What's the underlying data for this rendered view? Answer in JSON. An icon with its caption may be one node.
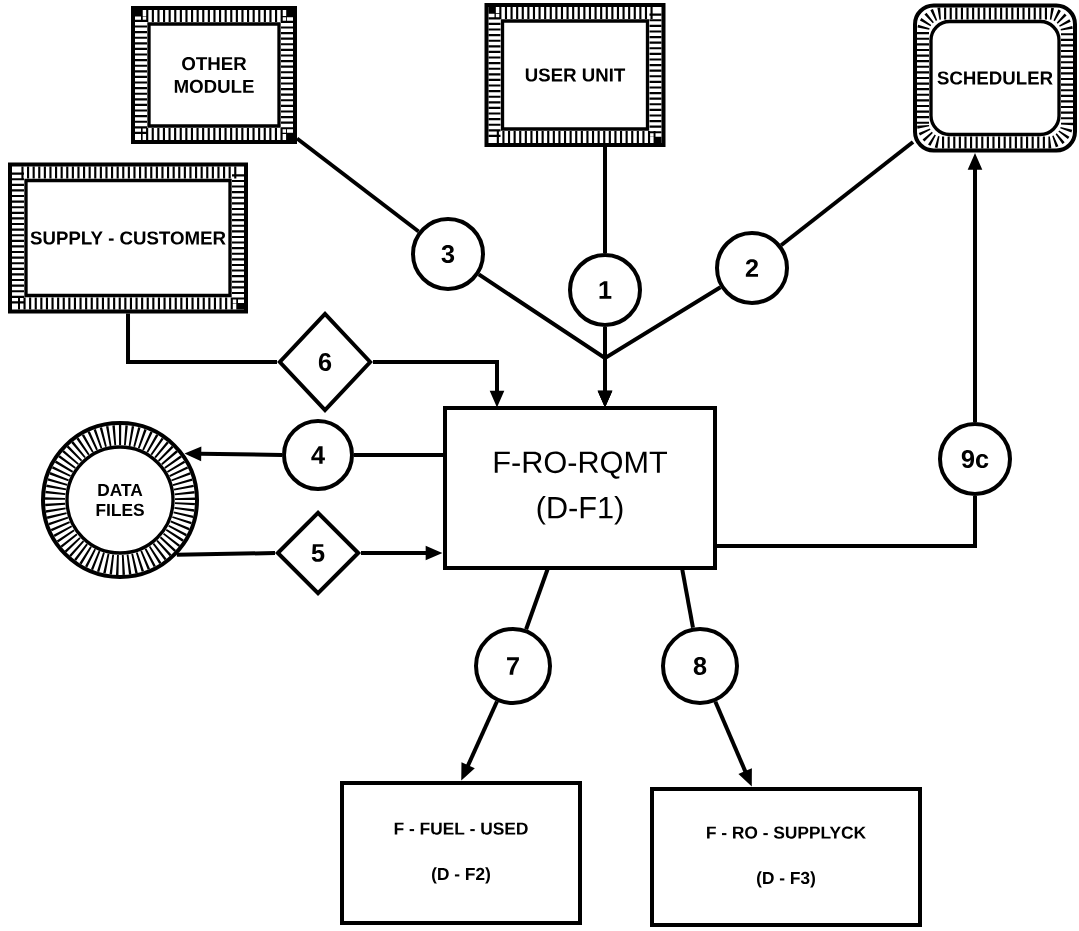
{
  "diagram": {
    "nodes": [
      {
        "text": [
          "OTHER MODULE"
        ]
      },
      {
        "text": [
          "USER UNIT"
        ]
      },
      {
        "text": [
          "SCHEDULER"
        ]
      },
      {
        "text": [
          "SUPPLY - CUSTOMER"
        ]
      },
      {
        "text": [
          "3"
        ]
      },
      {
        "text": [
          "1"
        ]
      },
      {
        "text": [
          "2"
        ]
      },
      {
        "text": [
          "6"
        ]
      },
      {
        "text": [
          "F-RO-RQMT",
          "(D-F1)"
        ]
      },
      {
        "text": [
          "DATA FILES"
        ]
      },
      {
        "text": [
          "4"
        ]
      },
      {
        "text": [
          "5"
        ]
      },
      {
        "text": [
          "9c"
        ]
      },
      {
        "text": [
          "7"
        ]
      },
      {
        "text": [
          "8"
        ]
      },
      {
        "text": [
          "F - FUEL - USED",
          "(D - F2)"
        ]
      },
      {
        "text": [
          "F - RO - SUPPLYCK",
          "(D - F3)"
        ]
      }
    ],
    "edges": [
      {
        "from": 0,
        "to": 4,
        "arrow": "none"
      },
      {
        "from": 4,
        "to": 8,
        "arrow": "to"
      },
      {
        "from": 1,
        "to": 5,
        "arrow": "none"
      },
      {
        "from": 5,
        "to": 8,
        "arrow": "to"
      },
      {
        "from": 2,
        "to": 6,
        "arrow": "none"
      },
      {
        "from": 6,
        "to": 8,
        "arrow": "to"
      },
      {
        "from": 3,
        "to": 7,
        "arrow": "none"
      },
      {
        "from": 7,
        "to": 8,
        "arrow": "to"
      },
      {
        "from": 8,
        "to": 10,
        "arrow": "none"
      },
      {
        "from": 10,
        "to": 9,
        "arrow": "to"
      },
      {
        "from": 9,
        "to": 11,
        "arrow": "none"
      },
      {
        "from": 11,
        "to": 8,
        "arrow": "to"
      },
      {
        "from": 8,
        "to": 12,
        "arrow": "none"
      },
      {
        "from": 12,
        "to": 2,
        "arrow": "to"
      },
      {
        "from": 8,
        "to": 13,
        "arrow": "none"
      },
      {
        "from": 13,
        "to": 15,
        "arrow": "to"
      },
      {
        "from": 8,
        "to": 14,
        "arrow": "none"
      },
      {
        "from": 14,
        "to": 16,
        "arrow": "to"
      }
    ]
  }
}
